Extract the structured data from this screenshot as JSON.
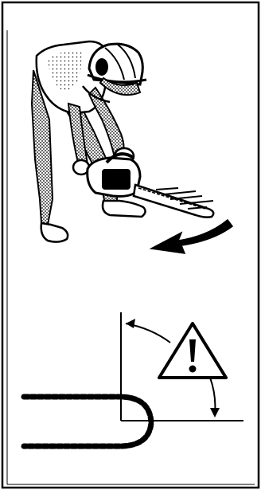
{
  "figure": {
    "panels": [
      {
        "id": "top",
        "subject": "worker-with-chainsaw",
        "arrow": "motion-arrow"
      },
      {
        "id": "bottom",
        "subject": "chain-bar-kickback-zone",
        "symbol": "warning-triangle-icon"
      }
    ],
    "colors": {
      "ink": "#000000",
      "paper": "#ffffff",
      "shade": "#8a8a8a"
    }
  }
}
